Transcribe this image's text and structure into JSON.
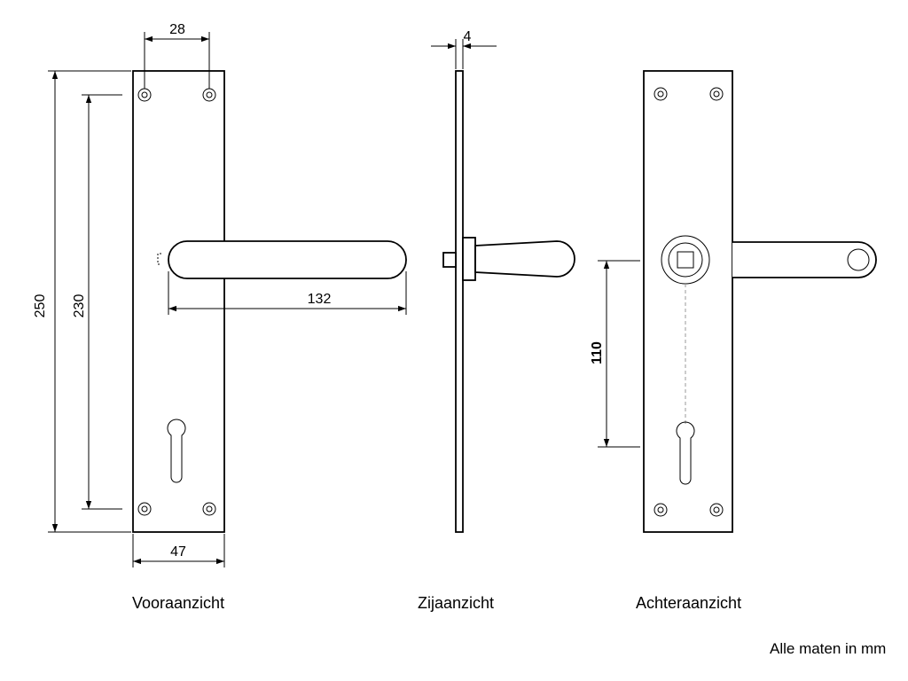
{
  "dimensions": {
    "top_hole_spacing": "28",
    "side_thickness": "4",
    "plate_height": "250",
    "hole_spacing": "230",
    "handle_length": "132",
    "plate_width": "47",
    "spindle_to_key": "110"
  },
  "captions": {
    "front": "Vooraanzicht",
    "side": "Zijaanzicht",
    "back": "Achteraanzicht",
    "units_note": "Alle maten in mm"
  }
}
